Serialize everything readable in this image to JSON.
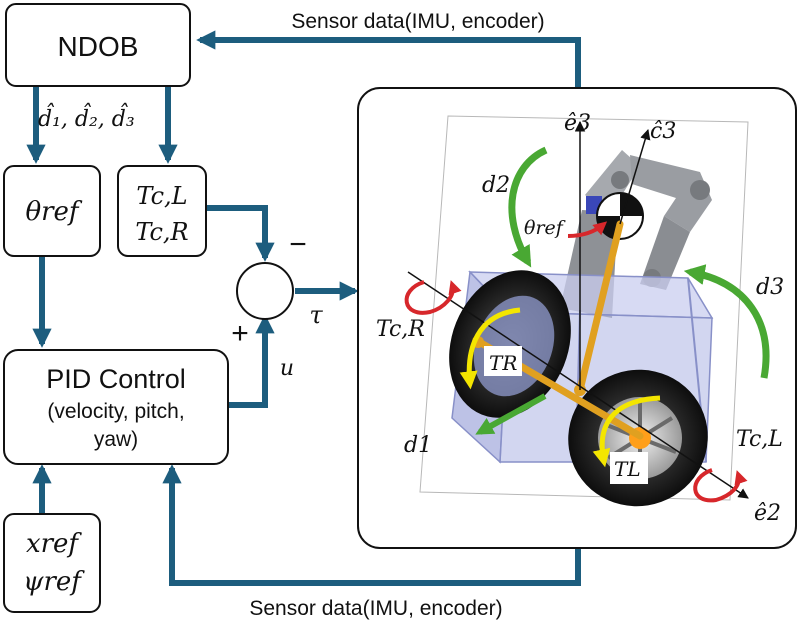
{
  "colors": {
    "flow": "#1d5d7e",
    "outline": "#111111",
    "green_arrow": "#49a833",
    "red_arrow": "#d7272b",
    "yellow_arrow": "#f4e600",
    "arm": "#e0a020",
    "chassis": "#a8b0e0"
  },
  "labels": {
    "sensor_top": "Sensor data(IMU, encoder)",
    "sensor_bottom": "Sensor data(IMU, encoder)",
    "ndob": "NDOB",
    "d_hat": "d̂₁, d̂₂, d̂₃",
    "theta_ref": "θref",
    "tcl": "Tc,L",
    "tcr": "Tc,R",
    "minus": "−",
    "plus": "+",
    "tau": "τ",
    "u": "u",
    "pid_title": "PID Control",
    "pid_line2": "(velocity, pitch,",
    "pid_line3": "yaw)",
    "x_ref": "xref",
    "psi_ref": "ψref"
  },
  "robot_labels": {
    "e3": "ê3",
    "c3": "ĉ3",
    "e2": "ê2",
    "d1": "d1",
    "d2": "d2",
    "d3": "d3",
    "theta_ref": "θref",
    "tcr": "Tc,R",
    "tcl": "Tc,L",
    "tr": "TR",
    "tl": "TL"
  }
}
